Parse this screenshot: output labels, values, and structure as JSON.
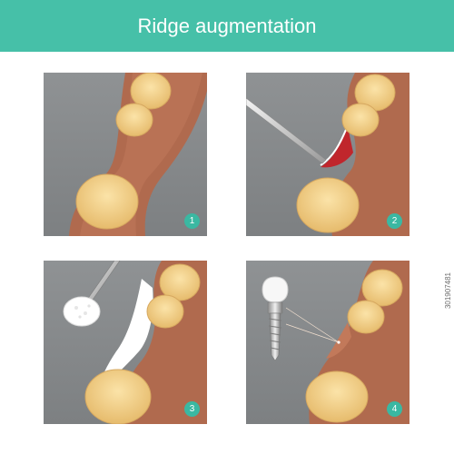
{
  "header": {
    "title": "Ridge augmentation",
    "color": "#46c0a8"
  },
  "panels": [
    {
      "step": "1",
      "content": "gum with missing tooth gap"
    },
    {
      "step": "2",
      "content": "incision with scalpel"
    },
    {
      "step": "3",
      "content": "bone graft applied"
    },
    {
      "step": "4",
      "content": "dental implant placed"
    }
  ],
  "side_id": "301907481",
  "colors": {
    "panel_bg": "#878a8c",
    "gum": "#b06a4e",
    "tooth": "#f2cf86",
    "accent": "#3ab8a2",
    "blood": "#c0262c",
    "graft": "#ffffff"
  }
}
